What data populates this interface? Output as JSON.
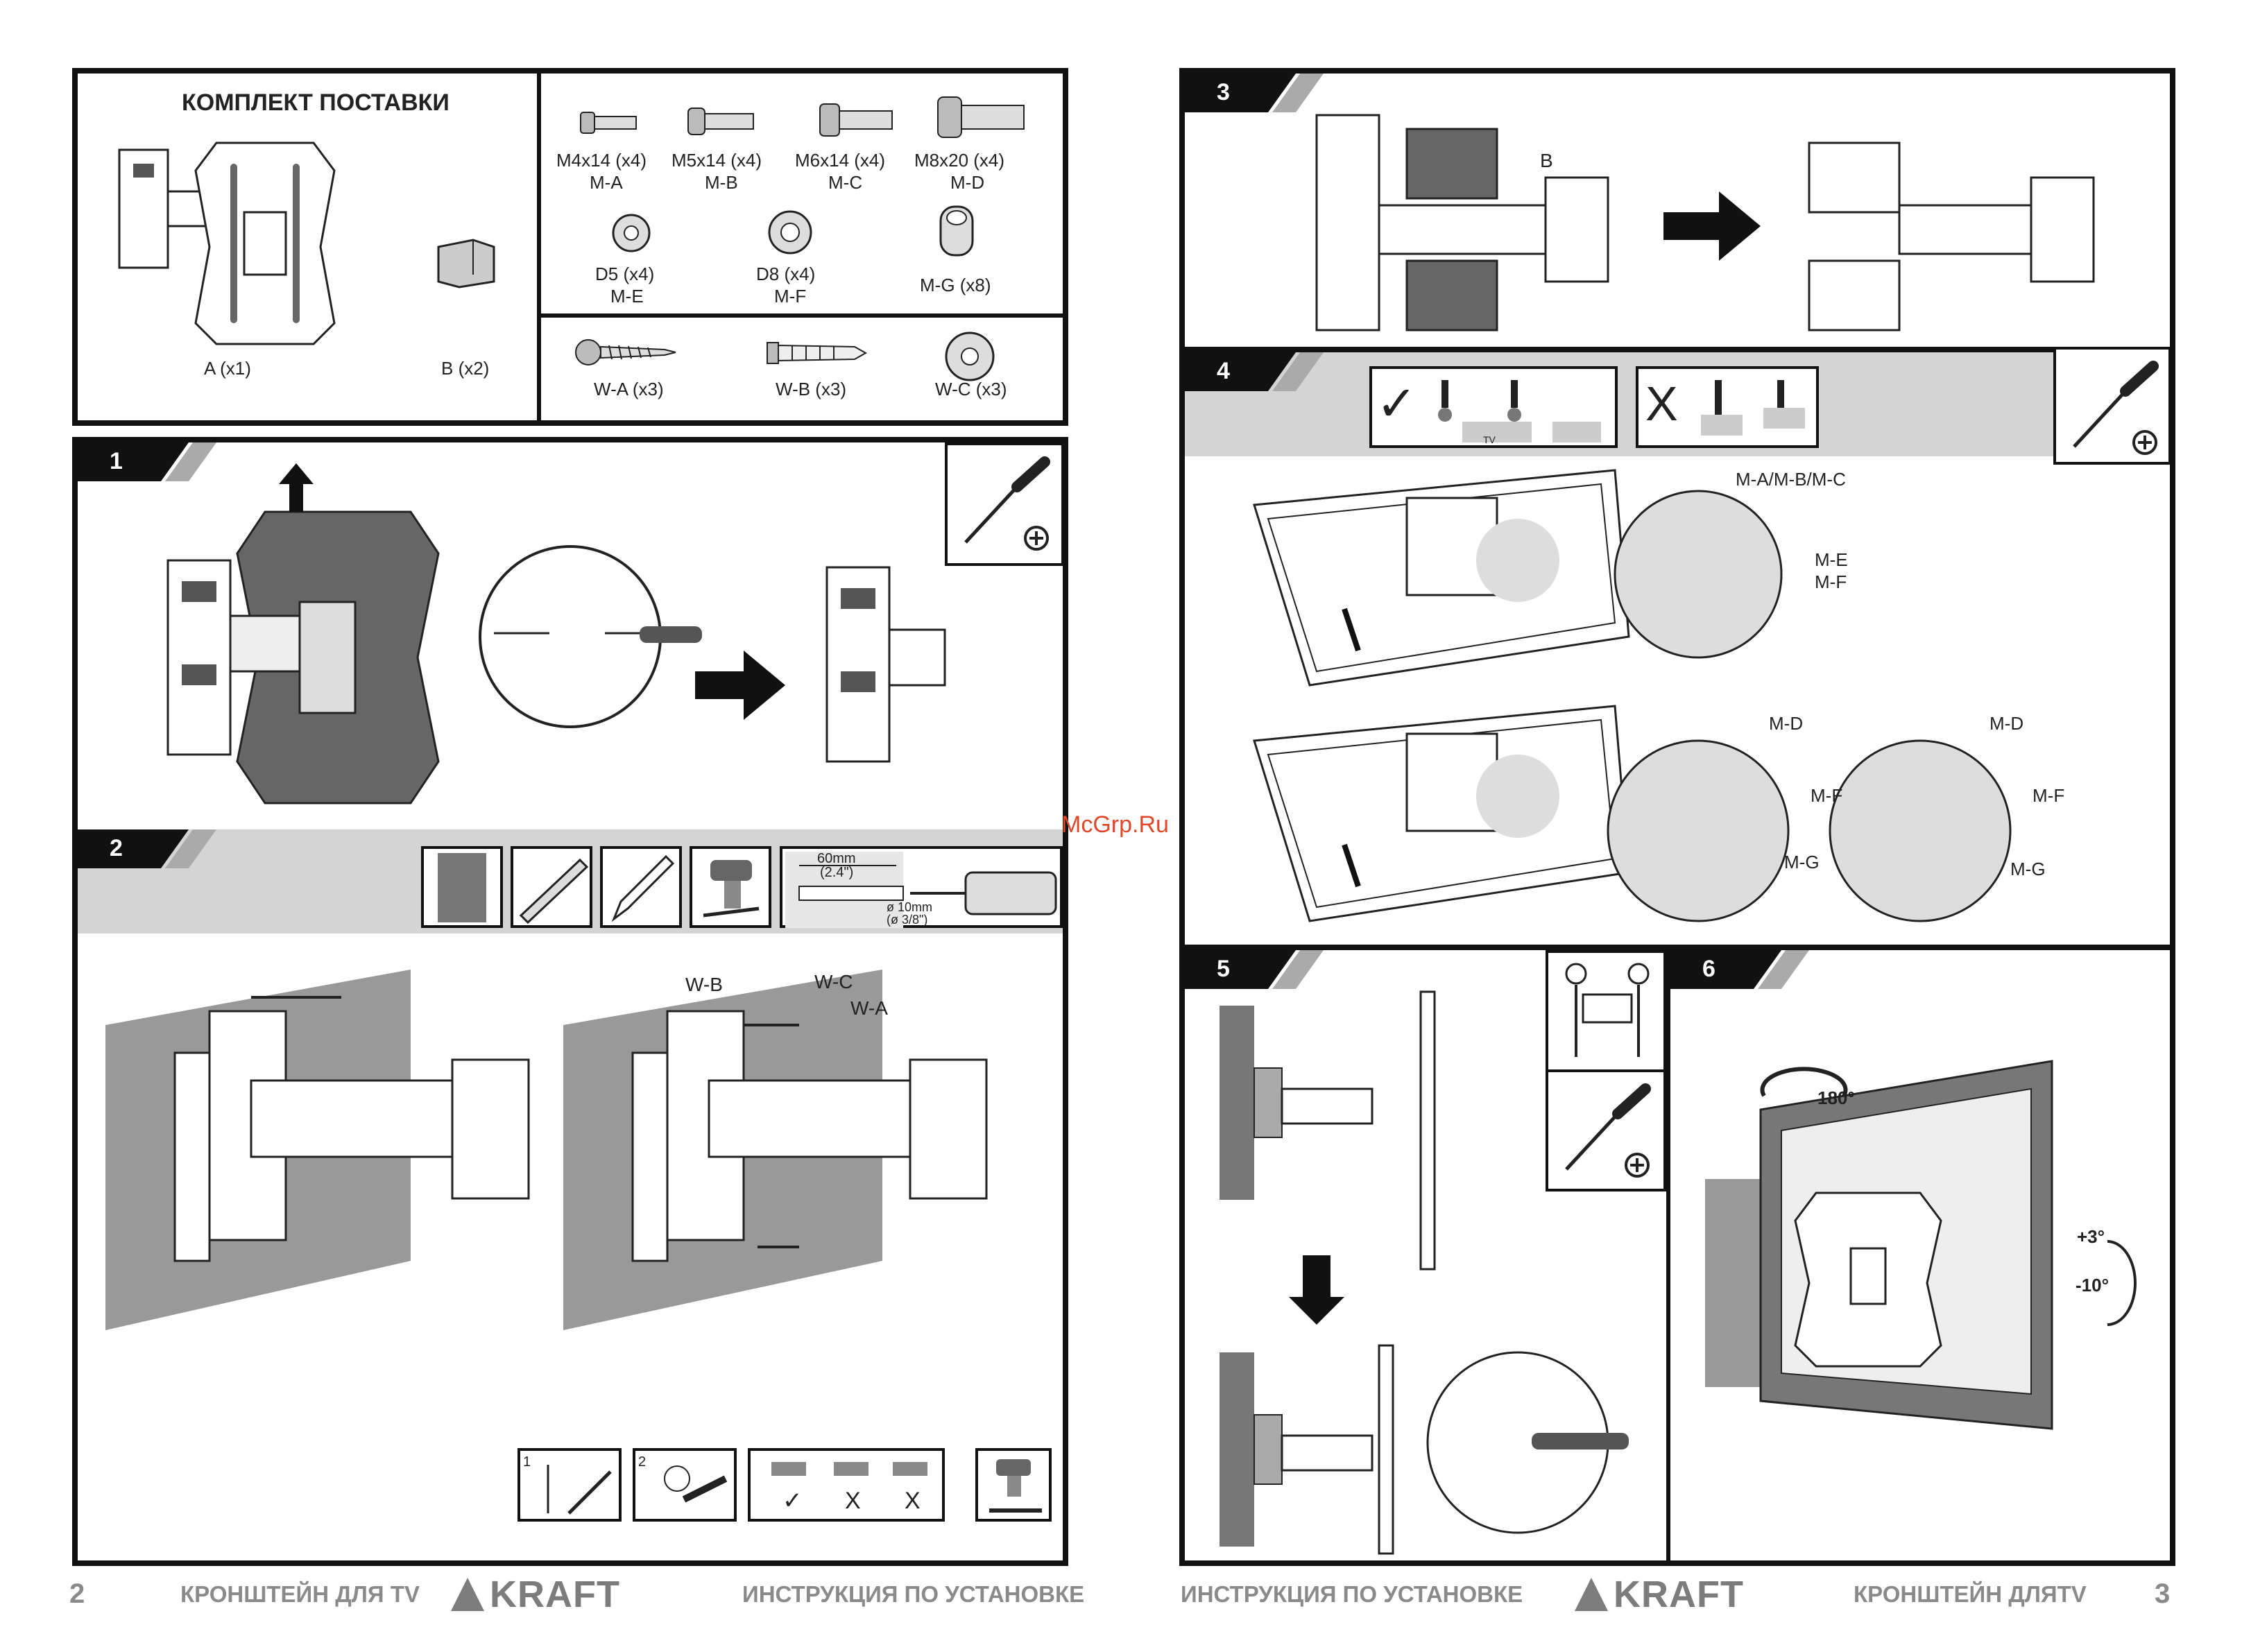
{
  "kit": {
    "title": "КОМПЛЕКТ ПОСТАВКИ",
    "items": [
      {
        "code": "A (x1)"
      },
      {
        "code": "B (x2)"
      }
    ],
    "screws": [
      {
        "size": "M4x14 (x4)",
        "code": "M-A"
      },
      {
        "size": "M5x14 (x4)",
        "code": "M-B"
      },
      {
        "size": "M6x14 (x4)",
        "code": "M-C"
      },
      {
        "size": "M8x20 (x4)",
        "code": "M-D"
      }
    ],
    "washers": [
      {
        "size": "D5 (x4)",
        "code": "M-E"
      },
      {
        "size": "D8 (x4)",
        "code": "M-F"
      },
      {
        "size": "M-G (x8)",
        "code": ""
      }
    ],
    "wall_parts": [
      {
        "code": "W-A (x3)"
      },
      {
        "code": "W-B (x3)"
      },
      {
        "code": "W-C (x3)"
      }
    ]
  },
  "steps": {
    "s1": "1",
    "s2": "2",
    "s3": "3",
    "s4": "4",
    "s5": "5",
    "s6": "6"
  },
  "step2": {
    "depth_mm": "60mm",
    "depth_in": "(2.4\")",
    "diam_mm": "ø 10mm",
    "diam_in": "(ø 3/8\")",
    "labels": [
      "W-B",
      "W-C",
      "W-A"
    ],
    "num1": "1",
    "num2": "2",
    "check": "✓",
    "cross1": "X",
    "cross2": "X"
  },
  "step3": {
    "label_b": "B"
  },
  "step4": {
    "check": "✓",
    "cross": "X",
    "tv": "TV",
    "label_abc": "M-A/M-B/M-C",
    "label_e": "M-E",
    "label_f": "M-F",
    "label_d": "M-D",
    "label_g": "M-G"
  },
  "step6": {
    "rotate": "180°",
    "tilt_up": "+3°",
    "tilt_down": "-10°"
  },
  "watermark": "McGrp.Ru",
  "footer": {
    "left_page": "2",
    "left_title": "КРОНШТЕЙН ДЛЯ TV",
    "brand": "KRAFT",
    "left_subtitle": "ИНСТРУКЦИЯ ПО УСТАНОВКЕ",
    "right_subtitle": "ИНСТРУКЦИЯ ПО УСТАНОВКЕ",
    "right_title": "КРОНШТЕЙН ДЛЯTV",
    "right_page": "3"
  }
}
